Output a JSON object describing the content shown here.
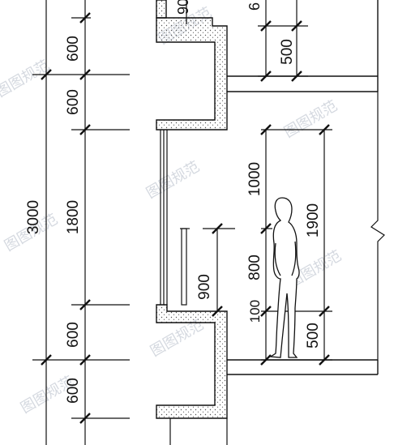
{
  "left_dimensions": {
    "total": "3000",
    "segments": [
      "600",
      "600",
      "1800",
      "600",
      "600"
    ]
  },
  "mid_dimensions": {
    "upper_partial": "90",
    "lower_900": "900"
  },
  "right_dimensions": {
    "top_partial_1": "6",
    "top_500": "500",
    "col_a": [
      "1000",
      "800",
      "100"
    ],
    "col_b": [
      "1900",
      "500"
    ]
  },
  "watermark": "图图规范",
  "colors": {
    "line": "#111111",
    "hatch": "#555555",
    "watermark": "#c7cdd6"
  }
}
